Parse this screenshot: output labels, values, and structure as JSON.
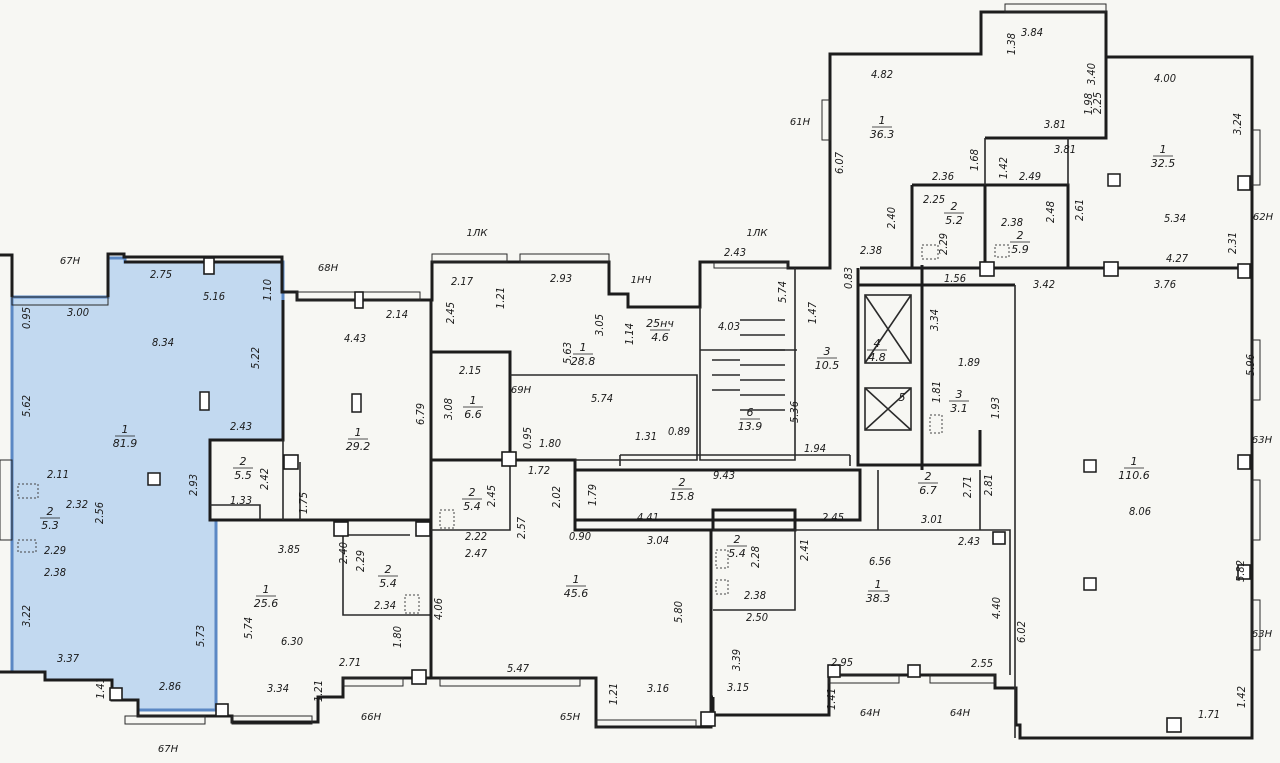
{
  "rooms": [
    {
      "id": "r819",
      "n": "1",
      "a": "81.9"
    },
    {
      "id": "r53",
      "n": "2",
      "a": "5.3"
    },
    {
      "id": "r55",
      "n": "2",
      "a": "5.5"
    },
    {
      "id": "r292",
      "n": "1",
      "a": "29.2"
    },
    {
      "id": "r256",
      "n": "1",
      "a": "25.6"
    },
    {
      "id": "r54a",
      "n": "2",
      "a": "5.4"
    },
    {
      "id": "r288",
      "n": "1",
      "a": "28.8"
    },
    {
      "id": "r66",
      "n": "1",
      "a": "6.6"
    },
    {
      "id": "r54b",
      "n": "2",
      "a": "5.4"
    },
    {
      "id": "r456",
      "n": "1",
      "a": "45.6"
    },
    {
      "id": "r46",
      "n": "25нч",
      "a": "4.6"
    },
    {
      "id": "r139",
      "n": "6",
      "a": "13.9"
    },
    {
      "id": "r158",
      "n": "2",
      "a": "15.8"
    },
    {
      "id": "r105",
      "n": "3",
      "a": "10.5"
    },
    {
      "id": "r48",
      "n": "4",
      "a": "4.8"
    },
    {
      "id": "r5",
      "n": "5",
      "a": ""
    },
    {
      "id": "r31",
      "n": "3",
      "a": "3.1"
    },
    {
      "id": "r67",
      "n": "2",
      "a": "6.7"
    },
    {
      "id": "r54c",
      "n": "2",
      "a": "5.4"
    },
    {
      "id": "r383",
      "n": "1",
      "a": "38.3"
    },
    {
      "id": "r363",
      "n": "1",
      "a": "36.3"
    },
    {
      "id": "r52",
      "n": "2",
      "a": "5.2"
    },
    {
      "id": "r59",
      "n": "2",
      "a": "5.9"
    },
    {
      "id": "r325",
      "n": "1",
      "a": "32.5"
    },
    {
      "id": "r1106",
      "n": "1",
      "a": "110.6"
    }
  ],
  "dims": [
    "3.84",
    "1.38",
    "3.40",
    "4.82",
    "4.00",
    "1.98",
    "2.25",
    "3.24",
    "3.81",
    "3.81",
    "1.42",
    "1.68",
    "6.07",
    "2.36",
    "2.49",
    "2.25",
    "2.40",
    "2.29",
    "2.48",
    "2.38",
    "2.61",
    "5.34",
    "2.38",
    "2.31",
    "1.56",
    "3.42",
    "3.76",
    "4.27",
    "0.83",
    "1.47",
    "3.34",
    "5.74",
    "2.43",
    "2.75",
    "1.10",
    "5.16",
    "0.95",
    "3.00",
    "8.34",
    "5.22",
    "5.62",
    "2.43",
    "2.93",
    "2.11",
    "2.32",
    "2.56",
    "2.29",
    "2.38",
    "3.22",
    "3.37",
    "5.73",
    "1.41",
    "2.86",
    "2.42",
    "1.33",
    "1.75",
    "2.14",
    "4.43",
    "6.79",
    "3.85",
    "2.40",
    "2.29",
    "2.34",
    "5.74",
    "6.30",
    "1.80",
    "3.34",
    "1.21",
    "2.71",
    "2.17",
    "1.21",
    "2.93",
    "3.05",
    "2.45",
    "5.63",
    "2.15",
    "3.08",
    "0.95",
    "1.80",
    "1.31",
    "0.89",
    "5.74",
    "1.72",
    "2.45",
    "2.22",
    "2.57",
    "2.47",
    "2.02",
    "1.79",
    "4.41",
    "0.90",
    "3.04",
    "4.06",
    "5.80",
    "5.47",
    "1.21",
    "3.16",
    "9.43",
    "2.45",
    "1.14",
    "4.03",
    "5.36",
    "1.94",
    "1.89",
    "1.81",
    "1.93",
    "2.71",
    "2.81",
    "3.01",
    "2.43",
    "2.28",
    "2.41",
    "2.38",
    "2.50",
    "6.56",
    "4.40",
    "6.02",
    "3.39",
    "3.15",
    "2.95",
    "2.55",
    "1.41",
    "5.96",
    "8.06",
    "5.82",
    "1.42",
    "1.71"
  ],
  "axes": [
    "67Н",
    "67Н",
    "68Н",
    "1ЛК",
    "1НЧ",
    "1ЛК",
    "61Н",
    "62Н",
    "69Н",
    "63Н",
    "63Н",
    "66Н",
    "65Н",
    "64Н",
    "64Н"
  ]
}
